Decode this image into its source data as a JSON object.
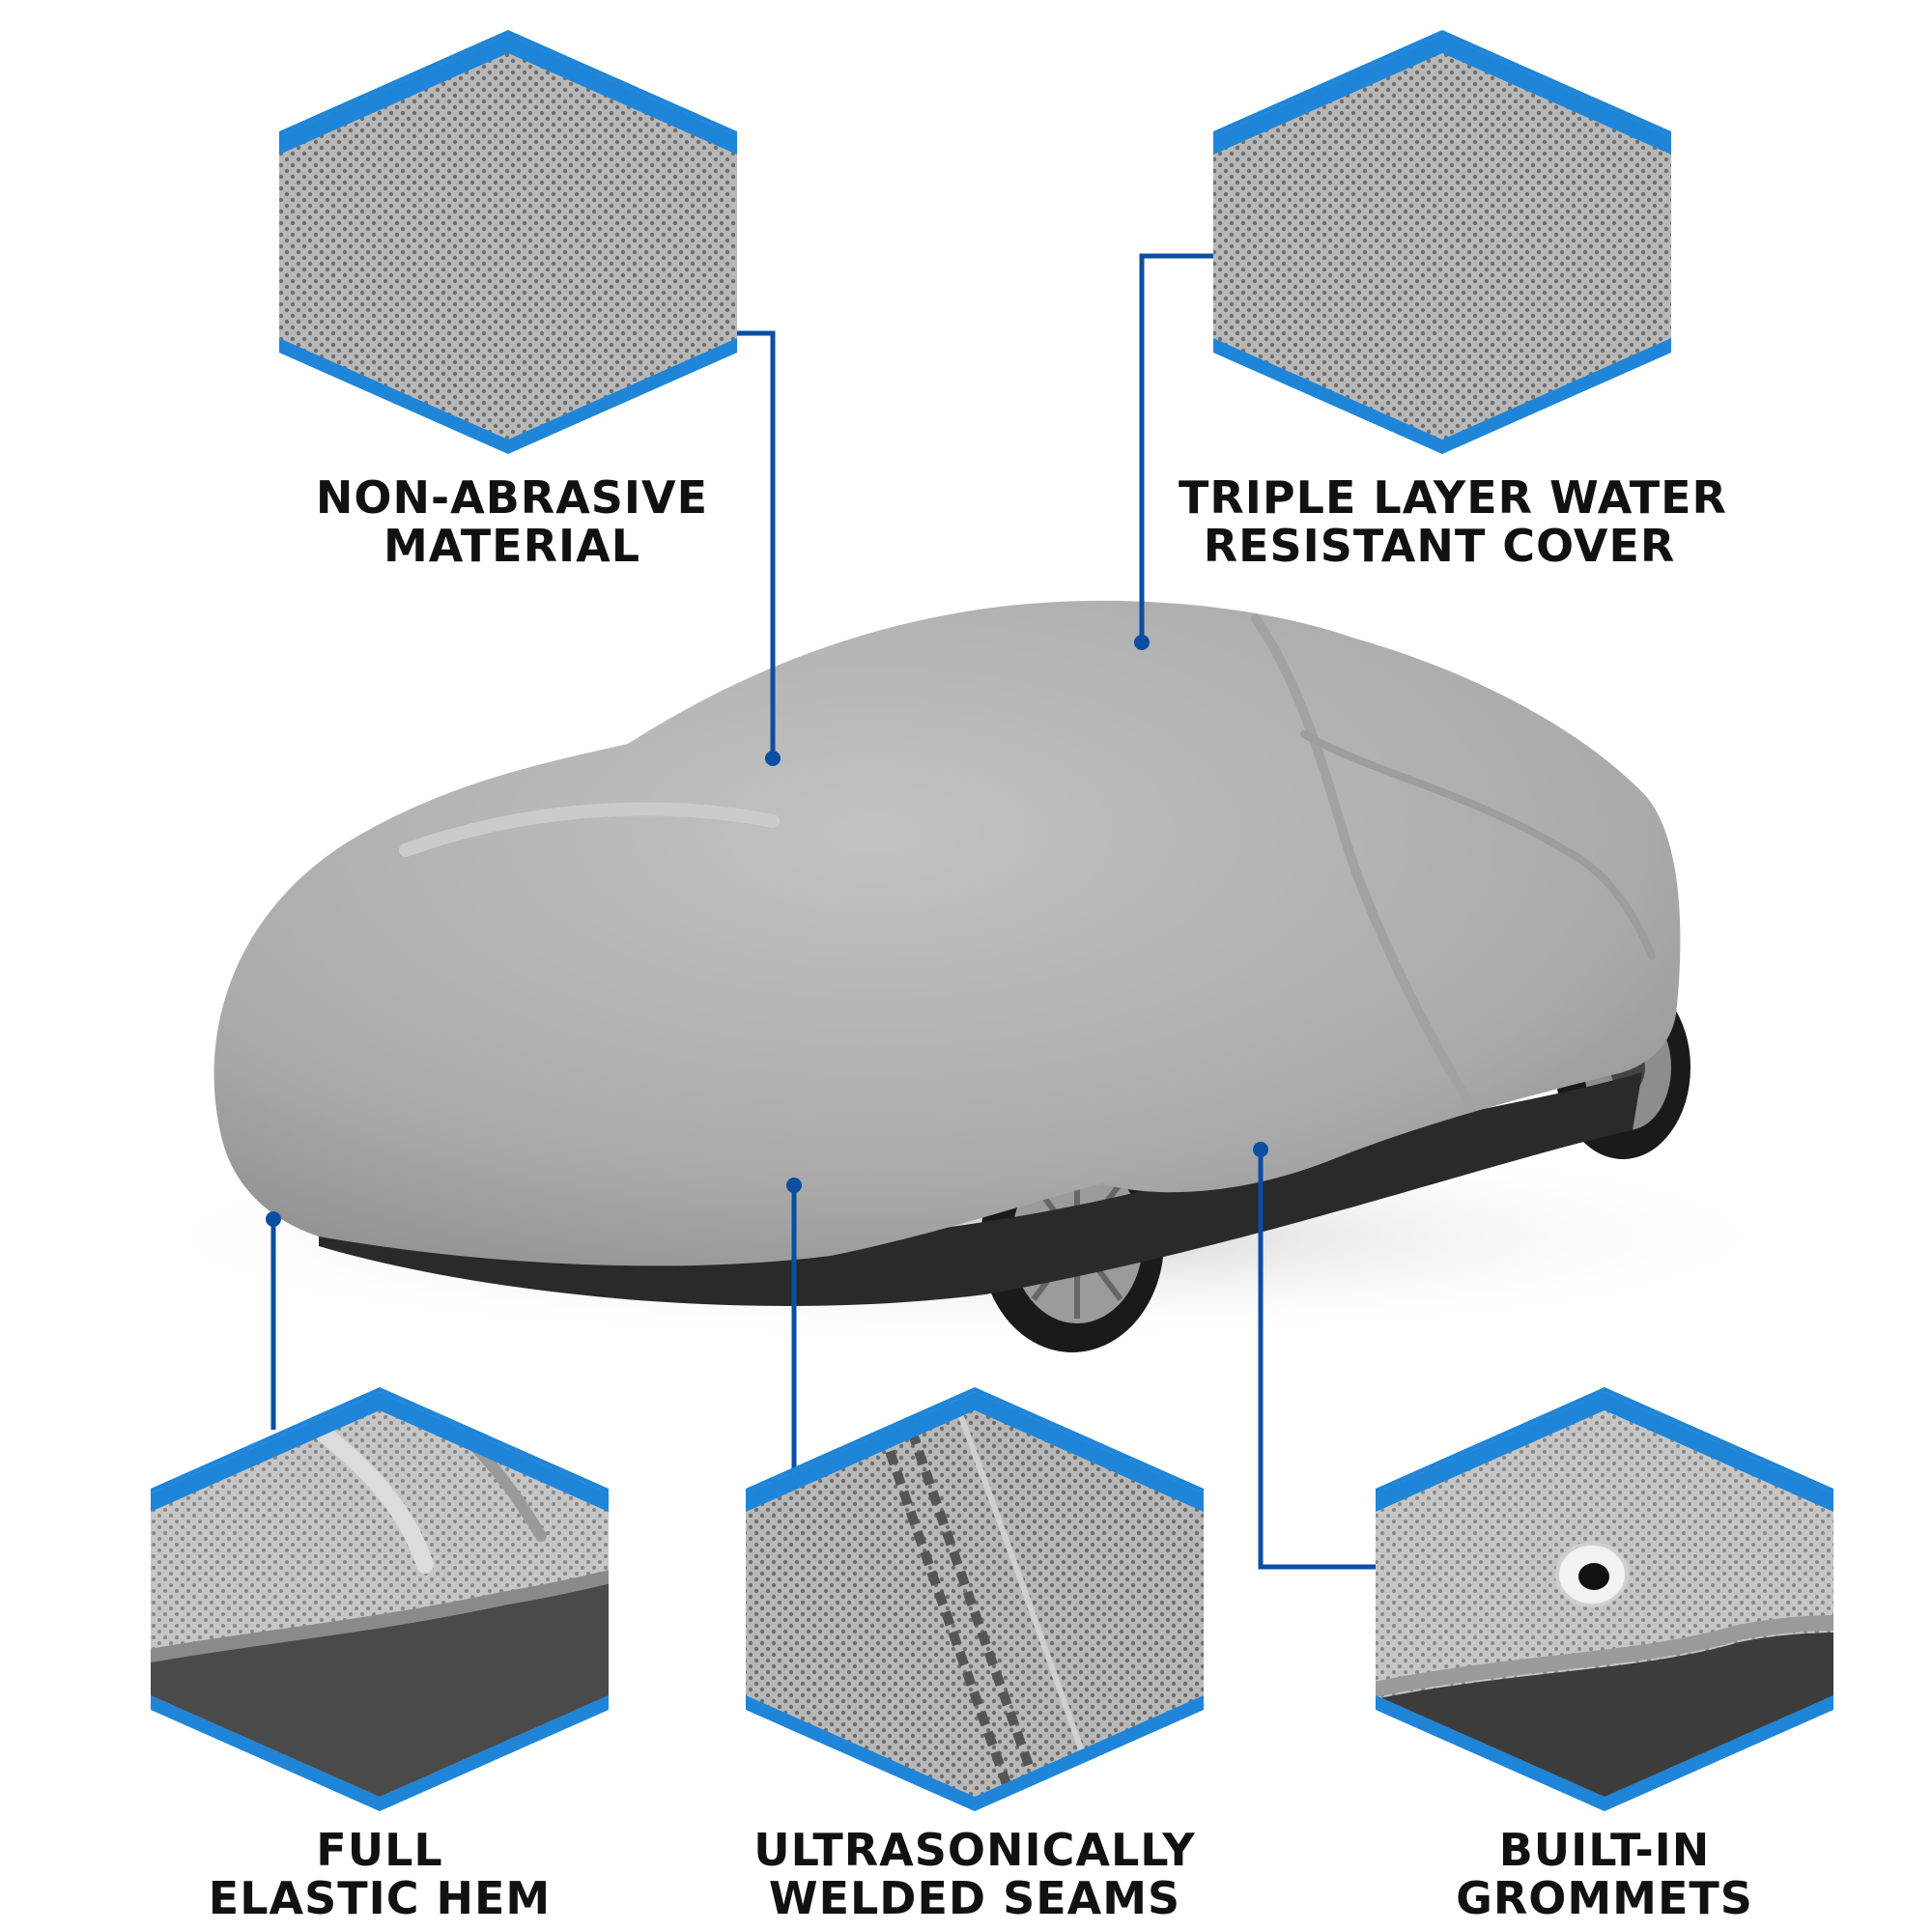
{
  "colors": {
    "accent": "#1f85d8",
    "connector": "#0b4ea2",
    "fabric": "#b9b9b9",
    "text": "#111111"
  },
  "features": [
    {
      "id": "non-abrasive",
      "line1": "NON-ABRASIVE",
      "line2": "MATERIAL",
      "swatch": "mesh"
    },
    {
      "id": "triple-layer",
      "line1": "TRIPLE LAYER WATER",
      "line2": "RESISTANT COVER",
      "swatch": "mesh"
    },
    {
      "id": "elastic-hem",
      "line1": "FULL",
      "line2": "ELASTIC HEM",
      "swatch": "hem"
    },
    {
      "id": "welded-seams",
      "line1": "ULTRASONICALLY",
      "line2": "WELDED SEAMS",
      "swatch": "seam"
    },
    {
      "id": "grommets",
      "line1": "BUILT-IN",
      "line2": "GROMMETS",
      "swatch": "grommet"
    }
  ]
}
